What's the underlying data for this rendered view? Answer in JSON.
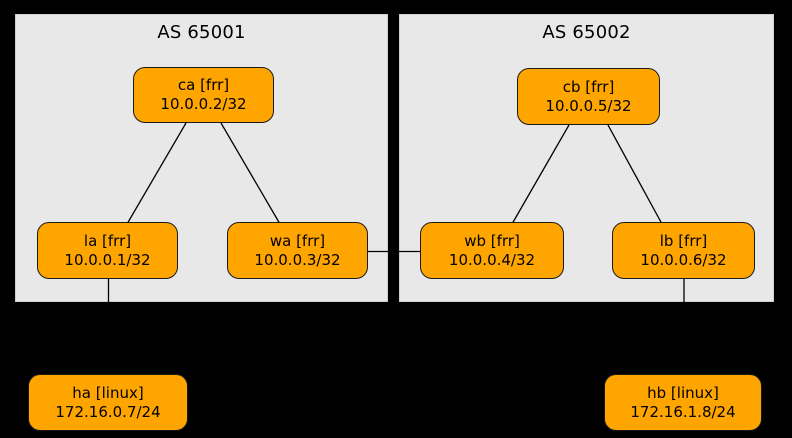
{
  "diagram": {
    "clusters": [
      {
        "label": "AS 65001",
        "nodes": [
          "ca",
          "la",
          "wa"
        ]
      },
      {
        "label": "AS 65002",
        "nodes": [
          "cb",
          "wb",
          "lb"
        ]
      }
    ],
    "nodes": {
      "ca": {
        "label": "ca [frr]",
        "ip": "10.0.0.2/32"
      },
      "la": {
        "label": "la [frr]",
        "ip": "10.0.0.1/32"
      },
      "wa": {
        "label": "wa [frr]",
        "ip": "10.0.0.3/32"
      },
      "cb": {
        "label": "cb [frr]",
        "ip": "10.0.0.5/32"
      },
      "wb": {
        "label": "wb [frr]",
        "ip": "10.0.0.4/32"
      },
      "lb": {
        "label": "lb [frr]",
        "ip": "10.0.0.6/32"
      },
      "ha": {
        "label": "ha [linux]",
        "ip": "172.16.0.7/24"
      },
      "hb": {
        "label": "hb [linux]",
        "ip": "172.16.1.8/24"
      }
    },
    "edges": [
      {
        "from": "ca",
        "to": "la"
      },
      {
        "from": "ca",
        "to": "wa"
      },
      {
        "from": "cb",
        "to": "wb"
      },
      {
        "from": "cb",
        "to": "lb"
      },
      {
        "from": "wa",
        "to": "wb"
      },
      {
        "from": "la",
        "to": "ha"
      },
      {
        "from": "lb",
        "to": "hb"
      }
    ],
    "colors": {
      "background": "#000000",
      "cluster_fill": "#e8e8e8",
      "cluster_border": "#cfcfcf",
      "node_fill": "#ffa500",
      "node_border": "#1a1a1a",
      "edge": "#000000",
      "text": "#000000"
    }
  }
}
